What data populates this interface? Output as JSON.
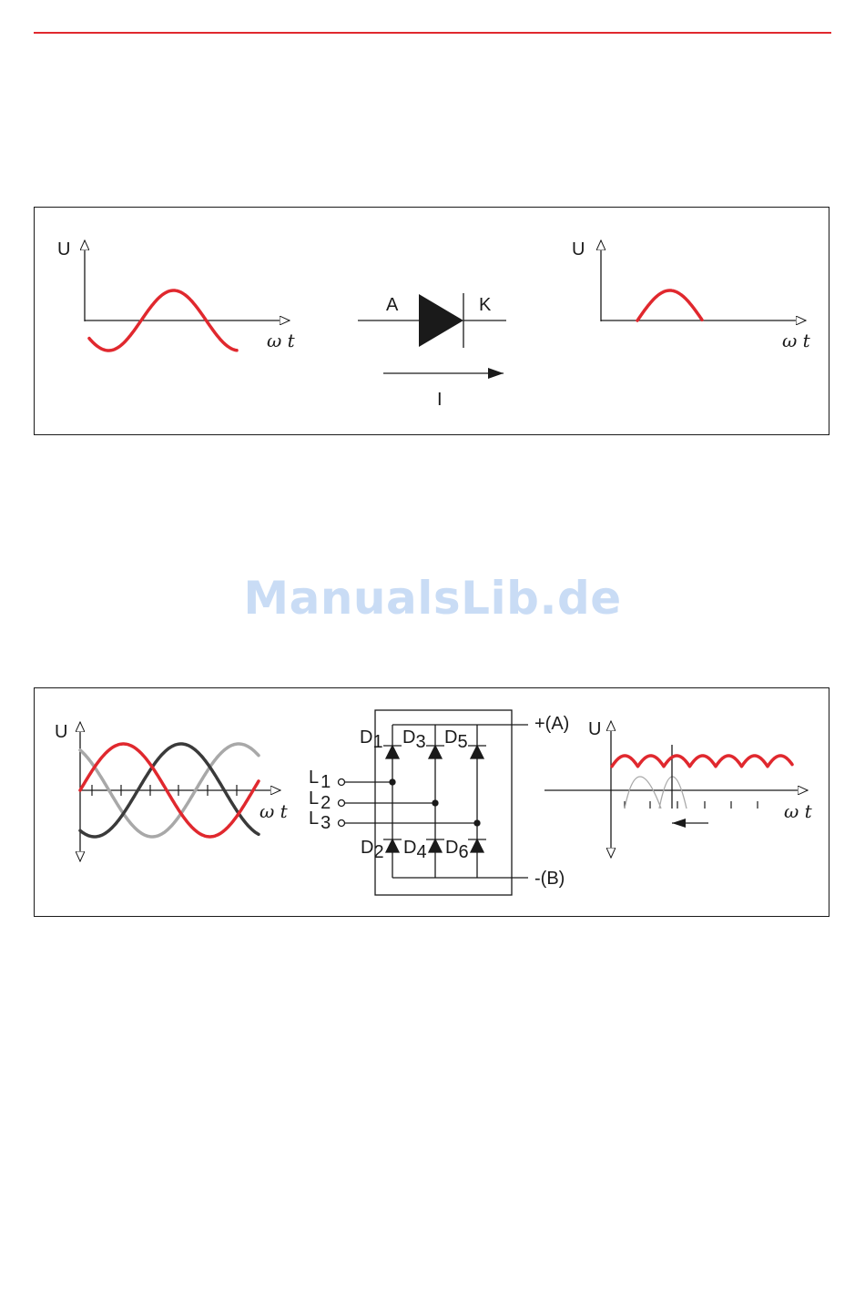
{
  "colors": {
    "accent": "#e0282e",
    "ink": "#1a1a1a",
    "phase_dark": "#3a3a3a",
    "phase_light": "#a8a8a8",
    "watermark": "#c9dcf5"
  },
  "watermark": "ManualsLib.de",
  "figure1": {
    "input_axis_y": "U",
    "input_axis_x": "ω t",
    "anode": "A",
    "cathode": "K",
    "current": "I",
    "output_axis_y": "U",
    "output_axis_x": "ω t"
  },
  "figure2": {
    "input_axis_y": "U",
    "input_axis_x": "ω t",
    "diodes_top": [
      {
        "main": "D",
        "sub": "1"
      },
      {
        "main": "D",
        "sub": "3"
      },
      {
        "main": "D",
        "sub": "5"
      }
    ],
    "diodes_bottom": [
      {
        "main": "D",
        "sub": "2"
      },
      {
        "main": "D",
        "sub": "4"
      },
      {
        "main": "D",
        "sub": "6"
      }
    ],
    "lines": [
      {
        "main": "L",
        "sub": "1"
      },
      {
        "main": "L",
        "sub": "2"
      },
      {
        "main": "L",
        "sub": "3"
      }
    ],
    "terminal_plus": "+(A)",
    "terminal_minus": "-(B)",
    "output_axis_y": "U",
    "output_axis_x": "ω t"
  }
}
